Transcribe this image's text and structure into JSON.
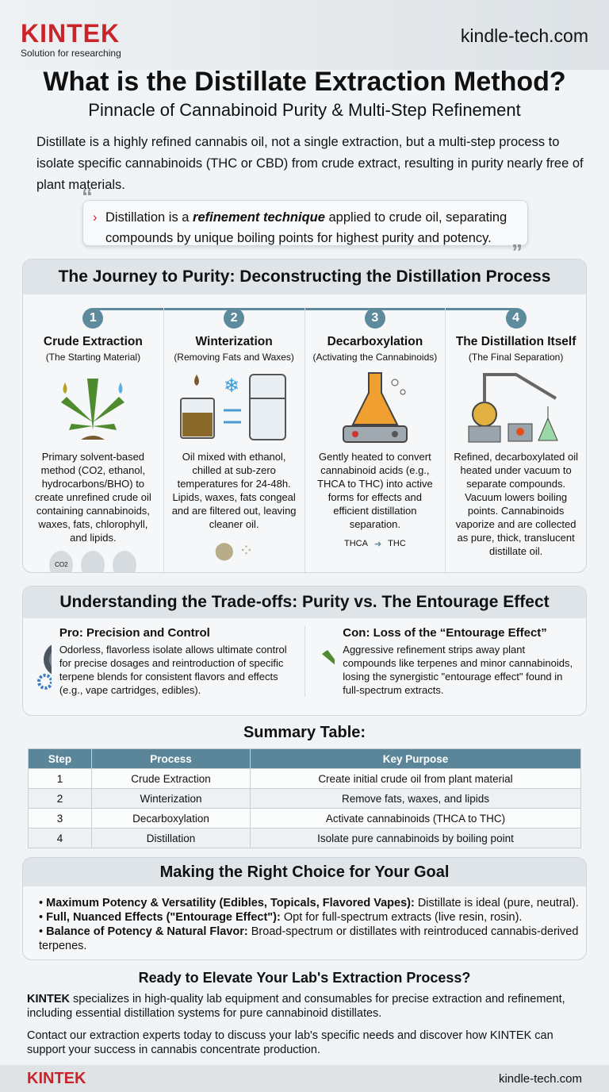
{
  "header": {
    "logo": "KINTEK",
    "tagline": "Solution for researching",
    "site": "kindle-tech.com"
  },
  "title": "What is the Distillate Extraction Method?",
  "subtitle": "Pinnacle of Cannabinoid Purity & Multi-Step Refinement",
  "intro": "Distillate is a highly refined cannabis oil, not a single extraction, but a multi-step process to isolate specific cannabinoids (THC or CBD) from crude extract, resulting in purity nearly free of plant materials.",
  "quote": {
    "pre": "Distillation is a ",
    "em": "refinement technique",
    "post": " applied to crude oil, separating compounds by unique boiling points for highest purity and potency."
  },
  "journey": {
    "title": "The Journey to Purity: Deconstructing the Distillation Process",
    "steps": [
      {
        "num": "1",
        "title": "Crude Extraction",
        "sub": "(The Starting Material)",
        "text": "Primary solvent-based method (CO2, ethanol, hydrocarbons/BHO) to create unrefined crude oil containing cannabinoids, waxes, fats, chlorophyll, and lipids.",
        "icon": "cannabis-plant-icon"
      },
      {
        "num": "2",
        "title": "Winterization",
        "sub": "(Removing Fats and Waxes)",
        "text": "Oil mixed with ethanol, chilled at sub-zero temperatures for 24-48h. Lipids, waxes, fats congeal and are filtered out, leaving cleaner oil.",
        "icon": "freezer-beaker-icon"
      },
      {
        "num": "3",
        "title": "Decarboxylation",
        "sub": "(Activating the Cannabinoids)",
        "text": "Gently heated to convert cannabinoid acids (e.g., THCA to THC) into active forms for effects and efficient distillation separation.",
        "icon": "heated-flask-icon",
        "mol_a": "THCA",
        "mol_b": "THC"
      },
      {
        "num": "4",
        "title": "The Distillation Itself",
        "sub": "(The Final Separation)",
        "text": "Refined, decarboxylated oil heated under vacuum to separate compounds. Vacuum lowers boiling points. Cannabinoids vaporize and are collected as pure, thick, translucent distillate oil.",
        "icon": "distillation-apparatus-icon"
      }
    ],
    "co2_label": "CO2"
  },
  "tradeoffs": {
    "title": "Understanding the Trade-offs: Purity vs. The Entourage Effect",
    "pro": {
      "title": "Pro: Precision and Control",
      "text": "Odorless, flavorless isolate allows ultimate control for precise dosages and reintroduction of specific terpene blends for consistent flavors and effects (e.g., vape cartridges, edibles)."
    },
    "con": {
      "title": "Con: Loss of the “Entourage Effect”",
      "text": "Aggressive refinement strips away plant compounds like terpenes and minor cannabinoids, losing the synergistic \"entourage effect\" found in full-spectrum extracts."
    }
  },
  "summary": {
    "title": "Summary Table:",
    "headers": [
      "Step",
      "Process",
      "Key Purpose"
    ],
    "rows": [
      [
        "1",
        "Crude Extraction",
        "Create initial crude oil from plant material"
      ],
      [
        "2",
        "Winterization",
        "Remove fats, waxes, and lipids"
      ],
      [
        "3",
        "Decarboxylation",
        "Activate cannabinoids (THCA to THC)"
      ],
      [
        "4",
        "Distillation",
        "Isolate pure cannabinoids by boiling point"
      ]
    ]
  },
  "choice": {
    "title": "Making the Right Choice for Your Goal",
    "items": [
      {
        "bold": "Maximum Potency & Versatility (Edibles, Topicals, Flavored Vapes):",
        "text": " Distillate is ideal (pure, neutral)."
      },
      {
        "bold": "Full, Nuanced Effects (\"Entourage Effect\"):",
        "text": " Opt for full-spectrum extracts (live resin, rosin)."
      },
      {
        "bold": "Balance of Potency & Natural Flavor:",
        "text": " Broad-spectrum or distillates with reintroduced cannabis-derived terpenes."
      }
    ]
  },
  "cta": {
    "title": "Ready to Elevate Your Lab's Extraction Process?",
    "p1_bold": "KINTEK",
    "p1": " specializes in high-quality lab equipment and consumables for precise extraction and refinement, including essential distillation systems for pure cannabinoid distillates.",
    "p2": "Contact our extraction experts today to discuss your lab's specific needs and discover how KINTEK can support your success in cannabis concentrate production."
  },
  "footer": {
    "logo": "KINTEK",
    "site": "kindle-tech.com"
  },
  "colors": {
    "brand": "#c8252b",
    "accent": "#5b8699"
  }
}
